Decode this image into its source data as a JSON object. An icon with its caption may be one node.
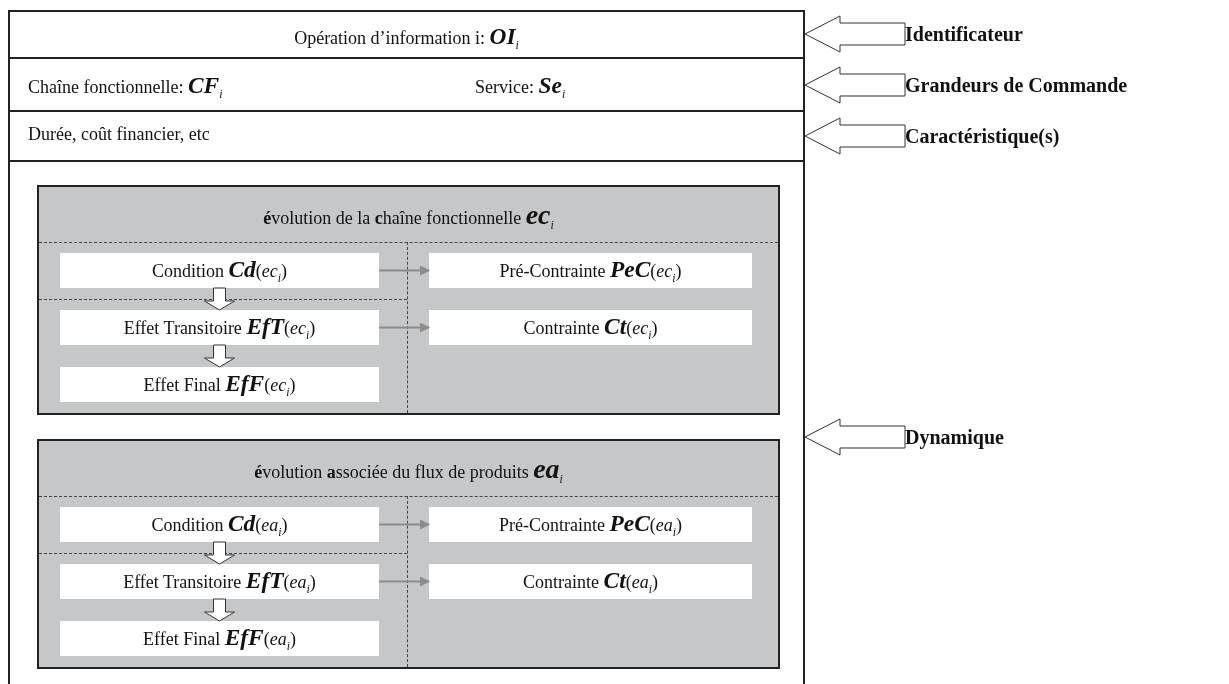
{
  "diagram": {
    "nodes": [
      {
        "text": [
          "Opération d’information i: **OI**$_{i}$"
        ]
      },
      {
        "text": [
          "Chaîne fonctionnelle: **CF**$_{i}$",
          "Service: **Se**$_{i}$"
        ]
      },
      {
        "text": [
          "Durée, coût financier, etc"
        ]
      },
      {
        "text": [],
        "shape": "box"
      },
      {
        "text": [
          "**é**volution de la **c**haîne fonctionnelle **ec**$_{i}$"
        ],
        "in": 3
      },
      {
        "text": [
          "Condition **Cd**(*ec*$_{i}$)"
        ],
        "in": 4
      },
      {
        "text": [
          "Pré-Contrainte **PeC**(*ec*$_{i}$)"
        ],
        "in": 4
      },
      {
        "text": [
          "Effet Transitoire **EfT**(*ec*$_{i}$)"
        ],
        "in": 4
      },
      {
        "text": [
          "Contrainte **Ct**(*ec*$_{i}$)"
        ],
        "in": 4
      },
      {
        "text": [
          "Effet Final **EfF**(*ec*$_{i}$)"
        ],
        "in": 4
      },
      {
        "text": [
          "**é**volution **a**ssociée du flux de produits **ea**$_{i}$"
        ],
        "in": 3
      },
      {
        "text": [
          "Condition **Cd**(*ea*$_{i}$)"
        ],
        "in": 10
      },
      {
        "text": [
          "Pré-Contrainte **PeC**(*ea*$_{i}$)"
        ],
        "in": 10
      },
      {
        "text": [
          "Effet Transitoire **EfT**(*ea*$_{i}$)"
        ],
        "in": 10
      },
      {
        "text": [
          "Contrainte **Ct**(*ea*$_{i}$)"
        ],
        "in": 10
      },
      {
        "text": [
          "Effet Final **EfF**(*ea*$_{i}$)"
        ],
        "in": 10
      },
      {
        "text": [
          "Identificateur"
        ]
      },
      {
        "text": [
          "Grandeurs de Commande"
        ]
      },
      {
        "text": [
          "Caractéristique(s)"
        ]
      },
      {
        "text": [
          "Dynamique"
        ]
      }
    ],
    "edges": [
      {
        "from": 5,
        "to": 6,
        "arrow": "to",
        "color": "#8c8c8c"
      },
      {
        "from": 5,
        "to": 7,
        "arrow": "to",
        "style": "thick"
      },
      {
        "from": 7,
        "to": 8,
        "arrow": "to",
        "color": "#8c8c8c"
      },
      {
        "from": 7,
        "to": 9,
        "arrow": "to",
        "style": "thick"
      },
      {
        "from": 11,
        "to": 12,
        "arrow": "to",
        "color": "#8c8c8c"
      },
      {
        "from": 11,
        "to": 13,
        "arrow": "to",
        "style": "thick"
      },
      {
        "from": 13,
        "to": 14,
        "arrow": "to",
        "color": "#8c8c8c"
      },
      {
        "from": 13,
        "to": 15,
        "arrow": "to",
        "style": "thick"
      },
      {
        "from": 16,
        "to": 0,
        "arrow": "to",
        "style": "thick"
      },
      {
        "from": 17,
        "to": 1,
        "arrow": "to",
        "style": "thick"
      },
      {
        "from": 18,
        "to": 2,
        "arrow": "to",
        "style": "thick"
      },
      {
        "from": 19,
        "to": 3,
        "arrow": "to",
        "style": "thick"
      }
    ]
  }
}
